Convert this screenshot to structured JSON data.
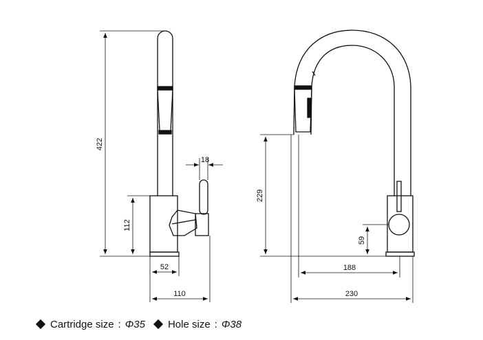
{
  "side_view": {
    "dims": {
      "height_total": "422",
      "body_height": "112",
      "handle_depth": "18",
      "base_width": "52",
      "depth_total": "110"
    }
  },
  "front_view": {
    "dims": {
      "spout_height": "229",
      "handle_height": "59",
      "spout_reach": "188",
      "overall_reach": "230"
    }
  },
  "specs": [
    {
      "label": "Cartridge size",
      "separator": ":",
      "value": "Φ35"
    },
    {
      "label": "Hole size",
      "separator": ":",
      "value": "Φ38"
    }
  ],
  "colors": {
    "line": "#111111",
    "background": "#ffffff"
  },
  "icons": {
    "bullet": "diamond-bullet-icon"
  }
}
